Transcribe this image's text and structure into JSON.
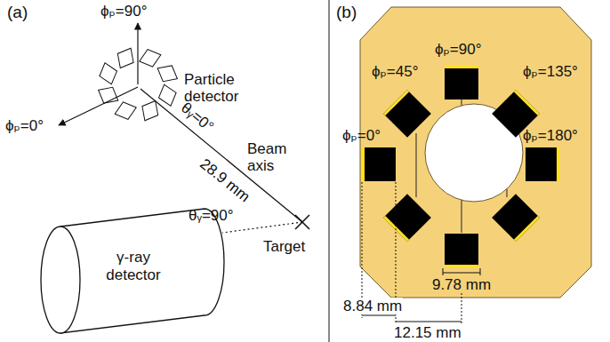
{
  "diagram": {
    "nodes": [
      {
        "text": [
          "γ-ray detector"
        ]
      }
    ],
    "labels": [
      "(a)",
      "ϕₚ=90°",
      "ϕₚ=0°",
      "Particle detector",
      "θᵧ=0°",
      "Beam axis",
      "28.9 mm",
      "θᵧ=90°",
      "Target",
      "(b)",
      "ϕₚ=90°",
      "ϕₚ=45°",
      "ϕₚ=135°",
      "ϕₚ=0°",
      "ϕₚ=180°",
      "9.78 mm",
      "8.84 mm",
      "12.15 mm"
    ]
  }
}
